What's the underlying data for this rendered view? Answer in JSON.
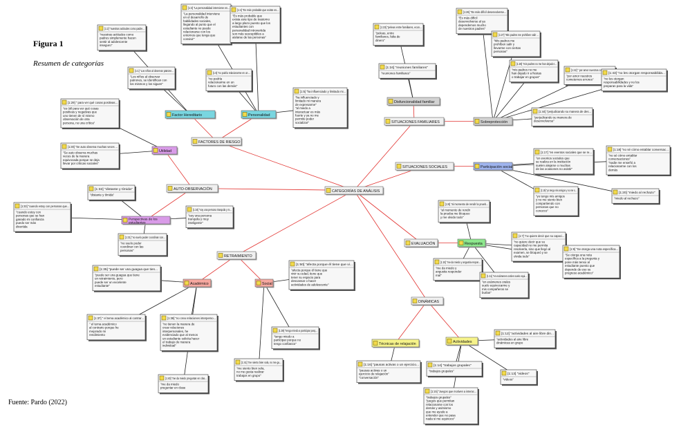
{
  "figure": {
    "label": "Figura 1",
    "title": "Resumen de categorías",
    "source": "Fuente: Pardo (2022)"
  },
  "colors": {
    "line_red": "#e2322f",
    "line_black": "#222222",
    "node_gray": "#f0f0f0",
    "node_cyan": "#79d6e0",
    "node_violet": "#d99be8",
    "node_blue": "#9fb4ee",
    "node_salmon": "#f6a8a0",
    "node_green": "#8ee88e",
    "node_yellow": "#f6f38a",
    "node_lightgray": "#d2d2d2"
  },
  "codes": [
    {
      "id": "cat",
      "label": "CATEGORÍAS DE ANÁLISIS",
      "color": "gray"
    },
    {
      "id": "fr",
      "label": "FACTORES DE RIESGO",
      "color": "gray"
    },
    {
      "id": "fh",
      "label": "Factor Hereditario",
      "color": "cyan"
    },
    {
      "id": "pers",
      "label": "Personalidad",
      "color": "cyan"
    },
    {
      "id": "util",
      "label": "Utilidad",
      "color": "violet"
    },
    {
      "id": "ao",
      "label": "AUTO-OBSERVACIÓN",
      "color": "gray"
    },
    {
      "id": "pe",
      "label": "Perspectivas de los estudiantes",
      "color": "violet"
    },
    {
      "id": "ret",
      "label": "RETRAIMIENTO",
      "color": "gray"
    },
    {
      "id": "acad",
      "label": "Académico",
      "color": "salmon"
    },
    {
      "id": "soc",
      "label": "Social",
      "color": "salmon"
    },
    {
      "id": "sf",
      "label": "SITUACIONES FAMILIARES",
      "color": "gray"
    },
    {
      "id": "df",
      "label": "Disfuncionalidad familiar",
      "color": "lightgray"
    },
    {
      "id": "sob",
      "label": "Sobreprotección",
      "color": "lightgray"
    },
    {
      "id": "ss",
      "label": "SITUACIONES SOCIALES",
      "color": "gray"
    },
    {
      "id": "ps",
      "label": "Participación social",
      "color": "blue"
    },
    {
      "id": "ev",
      "label": "EVALUACIÓN",
      "color": "gray"
    },
    {
      "id": "resp",
      "label": "Respuesta",
      "color": "green"
    },
    {
      "id": "din",
      "label": "DINÁMICAS",
      "color": "gray"
    },
    {
      "id": "tr",
      "label": "Técnicas de relajación",
      "color": "yellow"
    },
    {
      "id": "act",
      "label": "Actividades",
      "color": "yellow"
    }
  ],
  "quotes": [
    {
      "id": "q12",
      "head": "[1:2] \"nuestras actitudes como padre...",
      "body": [
        "\"nuestras actitudes como",
        "padres simplemente hacen",
        "sentir al adolescente",
        "inseguro\""
      ]
    },
    {
      "id": "q13",
      "head": "[1:3] \"La personalidad interviene en...",
      "body": [
        "\"La personalidad interviene",
        "en el desarrollo de",
        "habilidades sociales,",
        "llegando al punto que el",
        "estudiante no puede",
        "relacionarse con los",
        "entornos que tenga que",
        "convivir\""
      ]
    },
    {
      "id": "q14",
      "head": "[1:4] \"Es más probable que existe es...",
      "body": [
        "\"Es más probable que",
        "exista este tipo de trastorno",
        "a largo plazo puesto que los",
        "estudiantes con",
        "personalidad introvertida",
        "son más susceptibles a",
        "aislarse de las personas\""
      ]
    },
    {
      "id": "q11",
      "head": "[1:1] \"Los niños al observar patrone...",
      "body": [
        "\"Los niños al observar",
        "patrones, se identifican con",
        "los mismos y los siguen\""
      ]
    },
    {
      "id": "q16",
      "head": "[1:6] \"no podría relacionarme en un ...",
      "body": [
        "\"no podría",
        "relacionarme en un",
        "futuro con las demás\""
      ]
    },
    {
      "id": "q15",
      "head": "[1:5] \"ha influenciado y limitado mi...",
      "body": [
        "\"ha influenciado y",
        "limitado mi manera",
        "de expresarme\"",
        "\"al miedo a",
        "interactuar es más",
        "fuerte y ya no me",
        "permite poder",
        "socializar\""
      ]
    },
    {
      "id": "q129",
      "head": "[1:29] \" para ver qué cosas positivas...",
      "body": [
        "\"es útil para ver qué cosas",
        "positivas y negativas que",
        "uno tienen de sí mismo",
        "observación de otra",
        "persona, no una crítica\""
      ]
    },
    {
      "id": "q130",
      "head": "[1:30] \"Se auto observa muchas veces ...",
      "body": [
        "\"Se auto observa muchas",
        "veces de la manera",
        "equivocada porque se deja",
        "llevar por críticas sociales\""
      ]
    },
    {
      "id": "q132",
      "head": "[1:32] \"distante y tímida\"",
      "body": [
        "\"distante y tímida\""
      ]
    },
    {
      "id": "q133",
      "head": "[1:33] \"cuando estoy con personas que...",
      "body": [
        "\"cuando estoy con",
        "personas que se han",
        "ganado mi confianza",
        "puedo ser más",
        "divertida"
      ]
    },
    {
      "id": "q134",
      "head": "[1:34] \"soy una persona tranquila y m...",
      "body": [
        "\"soy una persona",
        "tranquila y muy",
        "inteligente\""
      ]
    },
    {
      "id": "q131",
      "head": "[1:31] \"no suelo poder coordinar con...",
      "body": [
        "\"no suelo poder",
        "coordinar con las",
        "personas\""
      ]
    },
    {
      "id": "q123",
      "head": "[1:23] \"peleas entre familiares, econ...",
      "body": [
        "\"peleas, entre",
        "familiares, falta de",
        "dinero\""
      ]
    },
    {
      "id": "q124",
      "head": "[1:24] \"reuniones familiares\"",
      "body": [
        "\"reuniones familiares\""
      ]
    },
    {
      "id": "q126",
      "head": "[1:26] \"Es más difícil desenvolverse...",
      "body": [
        "\"Es más difícil",
        "desenvolverse al ya",
        "dependemos mucho",
        "de nuestros padres\""
      ]
    },
    {
      "id": "q127",
      "head": "[1:27] \"Mis padres me prohíben salir ...",
      "body": [
        "\"Mis padres me",
        "prohíben salir y",
        "llevarme con ciertas",
        "personas\""
      ]
    },
    {
      "id": "q128",
      "head": "[1:28] \"mis padres no me han dejado t...",
      "body": [
        "\"mis padres no me",
        "han dejado ir a fiestas",
        "o trabajar en grupos\""
      ]
    },
    {
      "id": "q142",
      "head": "[1:42] \" por amor nuestros cometemos ...",
      "body": [
        "\"por amor nuestros",
        "cometemos errores\""
      ]
    },
    {
      "id": "q143",
      "head": "[1:43] \"no les otorgan responsabilida...",
      "body": [
        "\"no les otorgan",
        "responsabilidades y no los",
        "preparan para la vida\""
      ]
    },
    {
      "id": "q144",
      "head": "[1:44] \"perjudicando su manera de des...",
      "body": [
        "\"perjudicando su manera de",
        "desenvolverse\""
      ]
    },
    {
      "id": "q117",
      "head": "[1:17] \"en eventos sociales que se re...",
      "body": [
        "\"en eventos sociales que",
        "se realiza en la institución",
        "suelen alejarse o muchas",
        "de las ocasiones no asistir\""
      ]
    },
    {
      "id": "q118",
      "head": "[1:18] \"no sé cómo entablar conversac...",
      "body": [
        "\"no sé cómo entablar",
        "conversaciones\"",
        "\"nadie me enseñó a",
        "relacionarme con los",
        "demás"
      ]
    },
    {
      "id": "q119",
      "head": "[1:19] \"yo tengo mis amigos y no me s...",
      "body": [
        "\"yo tengo mis amigos",
        "y no me siento bien",
        "compartiendo con",
        "personas que no",
        "conozco\""
      ]
    },
    {
      "id": "q120",
      "head": "[1:20] \"miedo al rechazo\"",
      "body": [
        "\"miedo al rechazo\""
      ]
    },
    {
      "id": "q18",
      "head": "[1:8] \"al momento de rendir la prueb...",
      "body": [
        "\"al momento de rendir",
        "la prueba me bloqueo",
        "y me olvido todo\""
      ]
    },
    {
      "id": "q17",
      "head": "[1:7] \"no quiere decir que su capaci...",
      "body": [
        "\"no quiere decir que su",
        "capacidad no me permita",
        "resolverla, sino que llegó al",
        "examen, se bloqueó y se",
        "olvida todo\""
      ]
    },
    {
      "id": "q19",
      "head": "[1:9] \"Se otorga una nota específica...",
      "body": [
        "\"Se otorga una nota",
        "específica a la pregunta y",
        "pone más tenso al",
        "estudiante puesto que",
        "depende de eso su",
        "progreso académico\""
      ]
    },
    {
      "id": "q110",
      "head": "[1:10] \"me da miedo y angustia respon...",
      "body": [
        "\"me da miedo y",
        "angustia responder",
        "mal\""
      ]
    },
    {
      "id": "q111",
      "head": "[1:11] \"en exámenes orales suelo equi...",
      "body": [
        "\"en exámenes orales",
        "suelo equivocarme y",
        "mis compañeros se",
        "burlan\""
      ]
    },
    {
      "id": "q135",
      "head": "[1:35] \"puede ser una guagua que tien...",
      "body": [
        "\"puede ser una guagua que tiene",
        "un retraimiento, pero",
        "puede ser un excelente",
        "estudiante\""
      ]
    },
    {
      "id": "q150",
      "head": "[1:50] \"afecta porque él tiene que vi...",
      "body": [
        "\"afecta porque él tiene que",
        "vivir su edad, tiene que",
        "tener su espacio para",
        "descansar o hacer",
        "actividades de adolescente\""
      ]
    },
    {
      "id": "q137",
      "head": "[1:37] \" el tema académico al contrar...",
      "body": [
        "\" el tema académico",
        "al contrario porque he",
        "mejorado mi",
        "rendimiento"
      ]
    },
    {
      "id": "q138",
      "head": "[1:38] \"no crea relaciones interperso...",
      "body": [
        "\"no tienen la manera de",
        "crear relaciones",
        "interpersonales, he",
        "evidenciado que al menos",
        "un estudiante solicita hacer",
        "el trabajo de manera",
        "individual\""
      ]
    },
    {
      "id": "q140",
      "head": "[1:40] \"me da miedo preguntar en clas...",
      "body": [
        "\"me da miedo",
        "preguntar en clase"
      ]
    },
    {
      "id": "q141",
      "head": "[1:41] \"me siento bien sola, no me gu...",
      "body": [
        "\"me siento bien sola,",
        "no me gusta realizar",
        "trabajos en grupo\""
      ]
    },
    {
      "id": "q139",
      "head": "[1:39] \"tengo miedo a participar porq...",
      "body": [
        "\"tengo miedo a",
        "participar porque no",
        "tengo confianza\""
      ]
    },
    {
      "id": "q116",
      "head": "[1:16] \"pausas activas o un ejercicio...",
      "body": [
        "\"pausas activas o un",
        "ejercicio de relajación\"",
        "\"conversación\""
      ]
    },
    {
      "id": "q112",
      "head": "[1:12] \"actividades al aire libre din...",
      "body": [
        "\"actividades al aire libre",
        "dinámicas en grupo"
      ]
    },
    {
      "id": "q114",
      "head": "[1:14] \"trabajos grupales\"",
      "body": [
        "\"trabajos grupales\""
      ]
    },
    {
      "id": "q113",
      "head": "[1:13] \"videos\"",
      "body": [
        "\"videos\""
      ]
    },
    {
      "id": "q115",
      "head": "[1:15] \"Juegos que motiven a interac...",
      "body": [
        "\"trabajos grupales\"",
        "\"juegos que permitan",
        "relacionarse con los",
        "demás y asimismo",
        "que me ayude a",
        "entender que no pasa",
        "nada si me equivoco\""
      ]
    }
  ]
}
